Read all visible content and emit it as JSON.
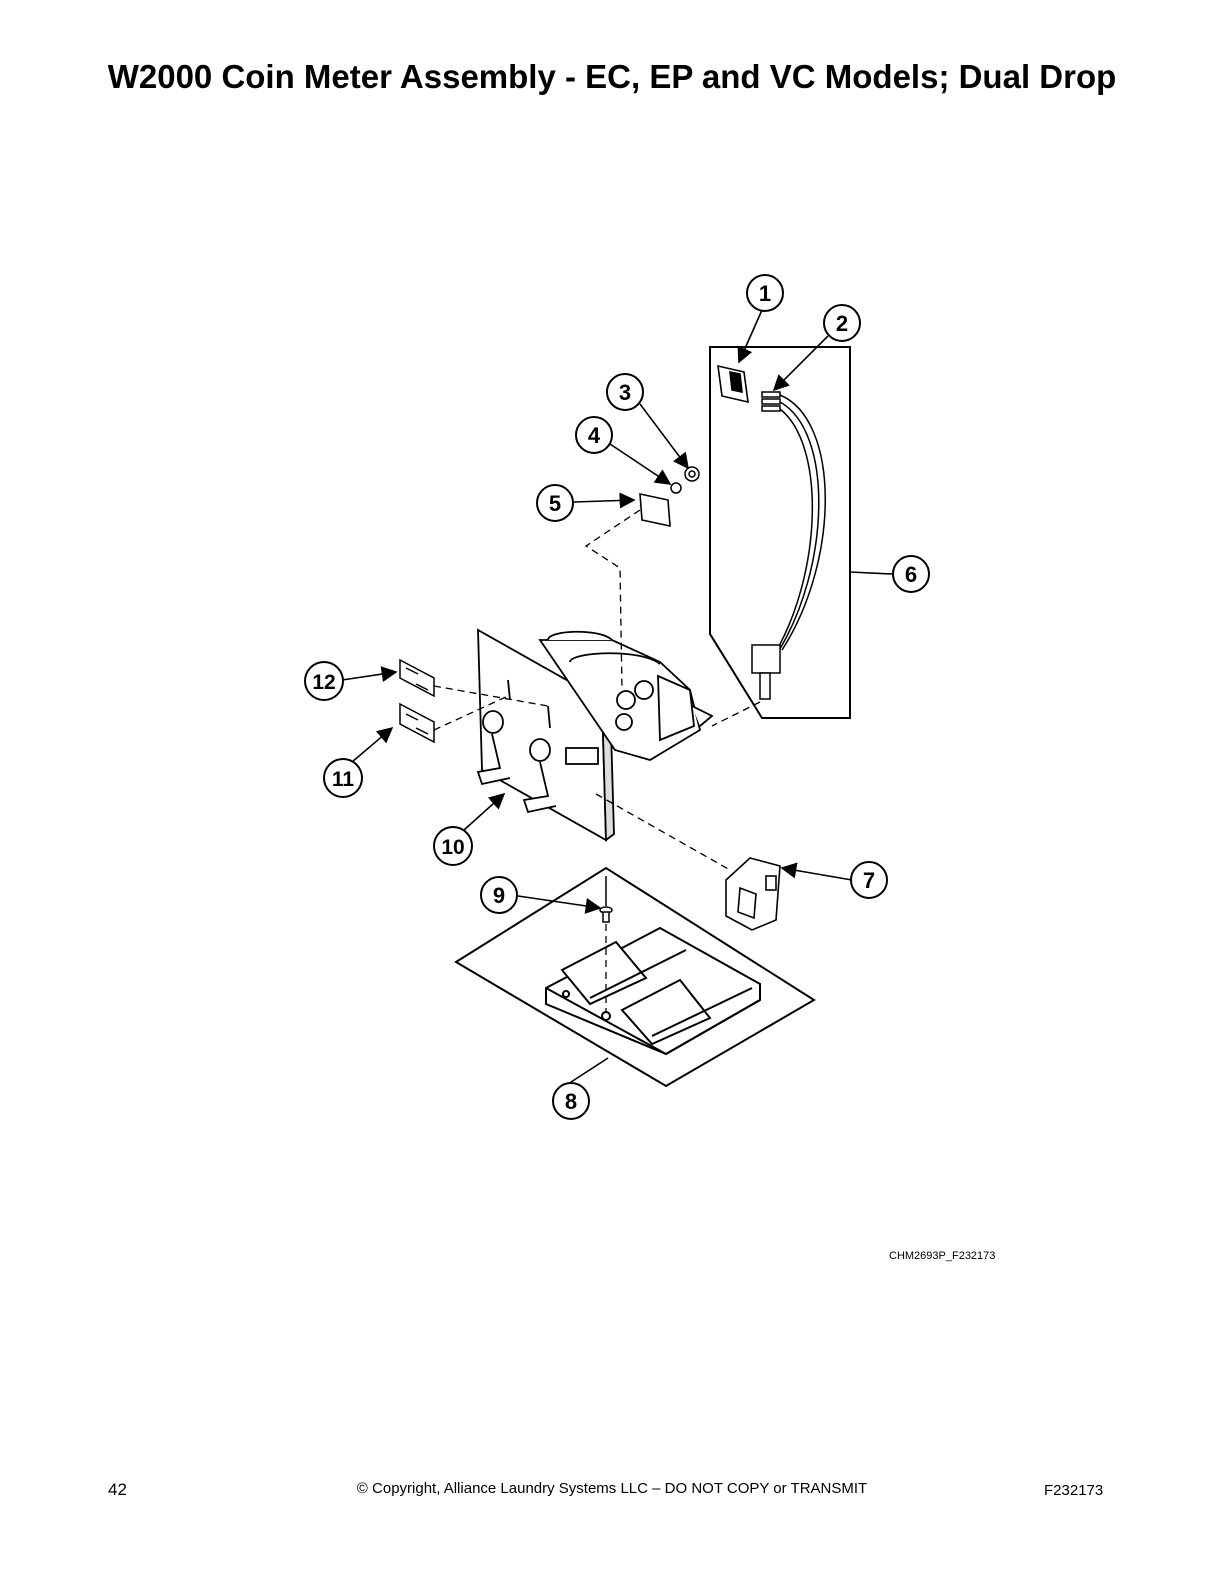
{
  "title": "W2000 Coin Meter Assembly - EC, EP and VC Models; Dual Drop",
  "callouts": [
    "1",
    "2",
    "3",
    "4",
    "5",
    "6",
    "7",
    "8",
    "9",
    "10",
    "11",
    "12"
  ],
  "figure_code": "CHM2693P_F232173",
  "footer": {
    "page_number": "42",
    "copyright": "© Copyright, Alliance Laundry Systems LLC – DO NOT COPY or TRANSMIT",
    "doc_code": "F232173"
  }
}
